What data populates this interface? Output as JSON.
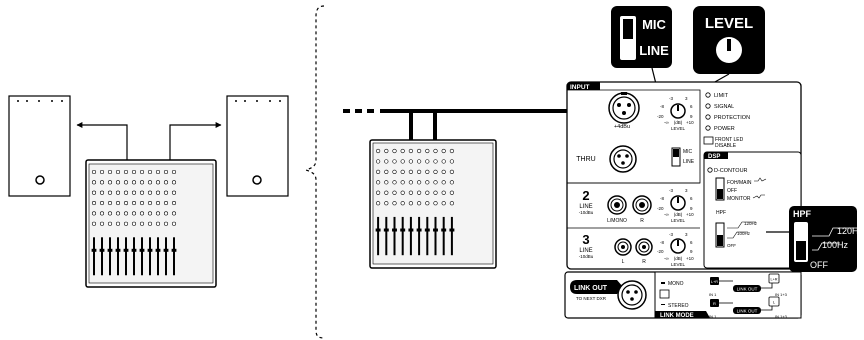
{
  "callouts": {
    "mic_line_top": "MIC",
    "mic_line_bottom": "LINE",
    "level": "LEVEL",
    "hpf_title": "HPF",
    "hpf_120": "120Hz",
    "hpf_100": "100Hz",
    "hpf_off": "OFF"
  },
  "panel": {
    "input_header": "INPUT",
    "input1_level_caption": "+4dBu",
    "thru": "THRU",
    "level_label": "LEVEL",
    "level_unit": "(dB)",
    "level_ticks": [
      "-3",
      "3",
      "-8",
      "6",
      "-20",
      "9",
      "-∞",
      "+10"
    ],
    "mic_switch_top": "MIC",
    "mic_switch_bottom": "LINE",
    "ch2_number": "2",
    "ch2_line": "LINE",
    "ch2_dbu": "-10dBu",
    "ch2_jack_left": "L/MONO",
    "ch2_jack_right": "R",
    "ch3_number": "3",
    "ch3_line": "LINE",
    "ch3_dbu": "-10dBu",
    "ch3_jack_left": "L",
    "ch3_jack_right": "R",
    "leds": [
      "LIMIT",
      "SIGNAL",
      "PROTECTION",
      "POWER"
    ],
    "front_led_1": "FRONT LED",
    "front_led_2": "DISABLE",
    "dsp_header": "DSP",
    "d_contour": "D-CONTOUR",
    "foh_main": "FOH/MAIN",
    "dsp_off": "OFF",
    "monitor": "MONITOR",
    "hpf": "HPF",
    "hpf_120": "120Hz",
    "hpf_100": "100Hz",
    "hpf_off": "OFF",
    "link_out": "LINK OUT",
    "link_out_sub": "TO NEXT DXR",
    "mono": "MONO",
    "stereo": "STEREO",
    "link_mode": "LINK MODE",
    "lr_badge": "L+R",
    "r_badge": "R",
    "l_badge": "L",
    "in1": "IN 1",
    "in1_3": "IN 1+3",
    "link_out_small": "LINK OUT"
  }
}
